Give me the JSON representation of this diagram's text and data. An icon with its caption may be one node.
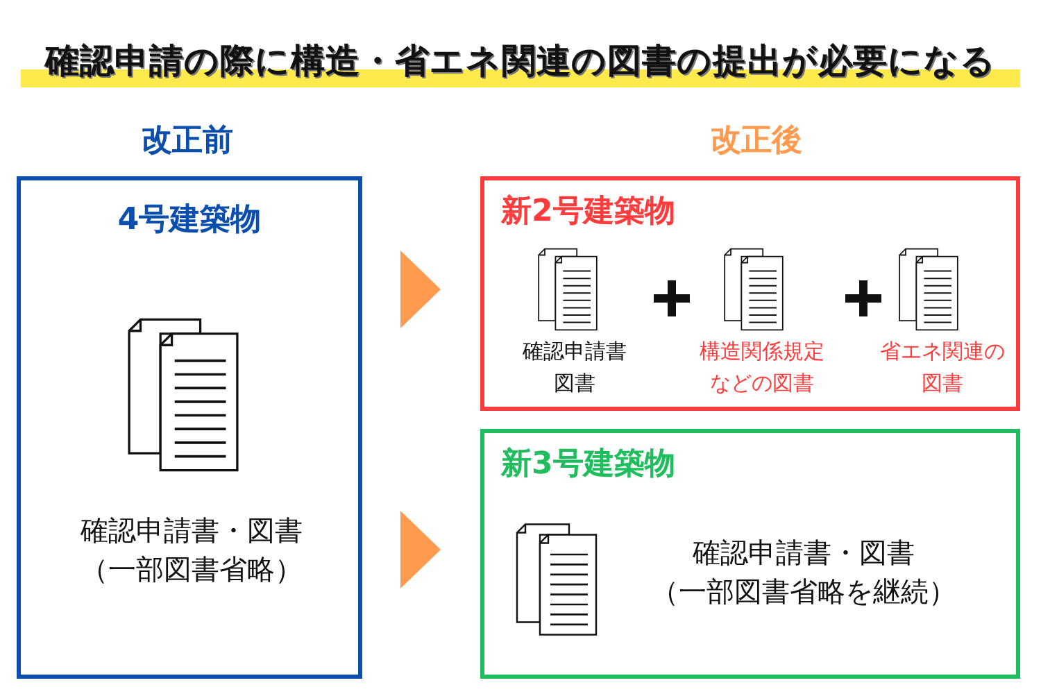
{
  "diagram": {
    "title": "確認申請の際に構造・省エネ関連の図書の提出が必要になる",
    "nodes": [
      {
        "text": [
          "4号建築物",
          "確認申請書・図書（一部図書省略）"
        ],
        "beside": [
          "改正前"
        ]
      },
      {
        "text": [
          "新2号建築物"
        ]
      },
      {
        "text": [
          "新3号建築物",
          "確認申請書・図書（一部図書省略を継続）"
        ]
      }
    ],
    "edges": [
      {
        "from": 0,
        "to": 1,
        "arrow": "to"
      },
      {
        "from": 0,
        "to": 2,
        "arrow": "to"
      }
    ],
    "labels": [
      "改正後",
      "確認申請書図書",
      "構造関係規定などの図書",
      "省エネ関連の図書"
    ]
  }
}
